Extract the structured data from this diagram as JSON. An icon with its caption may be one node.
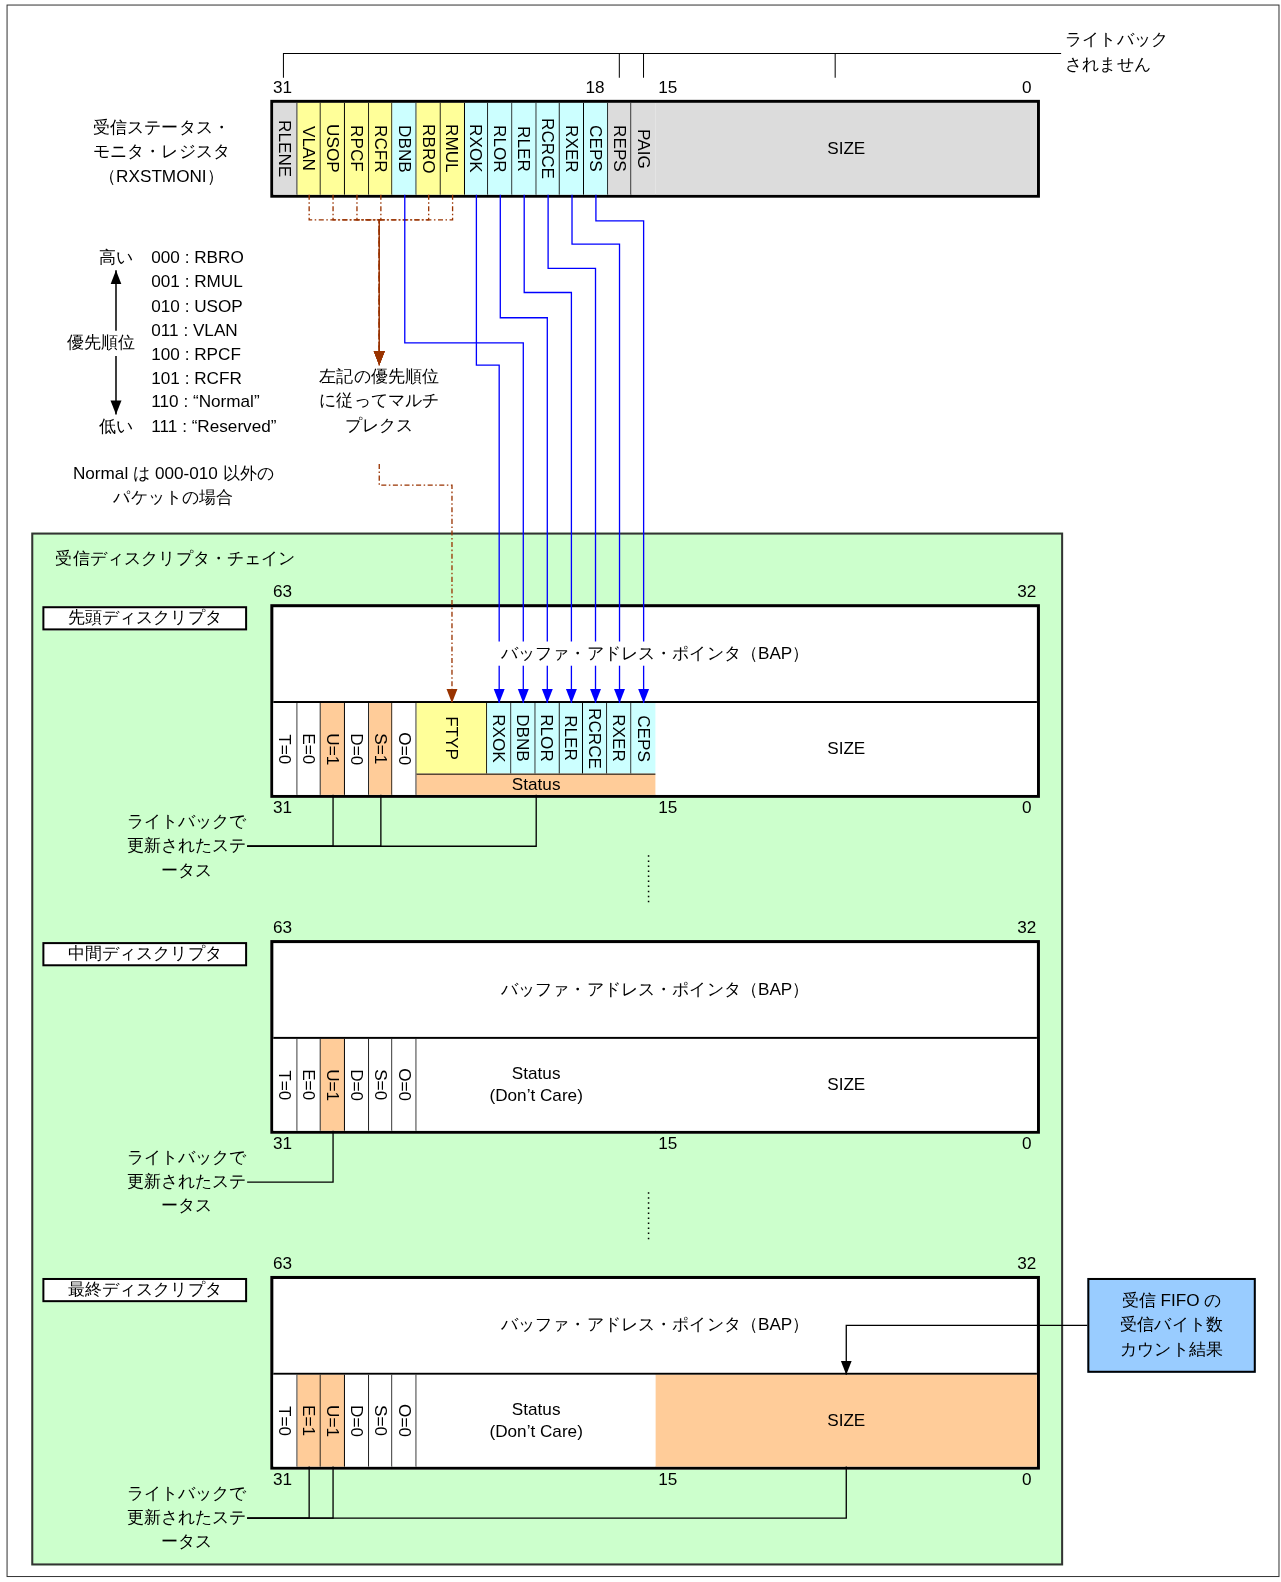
{
  "diagram": {
    "nodes": [
      {
        "text": [
          "受信ステータス・モニタ・レジスタ（RXSTMONI）"
        ]
      },
      {
        "text": [
          "RLENE"
        ],
        "in": 0
      },
      {
        "text": [
          "VLAN"
        ],
        "in": 0
      },
      {
        "text": [
          "USOP"
        ],
        "in": 0
      },
      {
        "text": [
          "RPCF"
        ],
        "in": 0
      },
      {
        "text": [
          "RCFR"
        ],
        "in": 0
      },
      {
        "text": [
          "DBNB"
        ],
        "in": 0
      },
      {
        "text": [
          "RBRO"
        ],
        "in": 0
      },
      {
        "text": [
          "RMUL"
        ],
        "in": 0
      },
      {
        "text": [
          "RXOK"
        ],
        "in": 0
      },
      {
        "text": [
          "RLOR"
        ],
        "in": 0
      },
      {
        "text": [
          "RLER"
        ],
        "in": 0
      },
      {
        "text": [
          "RCRCE"
        ],
        "in": 0
      },
      {
        "text": [
          "RXER"
        ],
        "in": 0
      },
      {
        "text": [
          "CEPS"
        ],
        "in": 0
      },
      {
        "text": [
          "REPS"
        ],
        "in": 0
      },
      {
        "text": [
          "PAIG"
        ],
        "in": 0
      },
      {
        "text": [
          "SIZE"
        ],
        "in": 0
      },
      {
        "text": [
          "左記の優先順位に従ってマルチプレクス"
        ]
      },
      {
        "text": [
          "受信ディスクリプタ・チェイン"
        ]
      },
      {
        "text": [
          "先頭ディスクリプタ"
        ],
        "in": 19
      },
      {
        "text": [
          "バッファ・アドレス・ポインタ（BAP）"
        ],
        "in": 19
      },
      {
        "text": [
          "T=0"
        ],
        "in": 21
      },
      {
        "text": [
          "E=0"
        ],
        "in": 21
      },
      {
        "text": [
          "U=1"
        ],
        "in": 21
      },
      {
        "text": [
          "D=0"
        ],
        "in": 21
      },
      {
        "text": [
          "S=1"
        ],
        "in": 21
      },
      {
        "text": [
          "O=0"
        ],
        "in": 21
      },
      {
        "text": [
          "FTYP"
        ],
        "in": 21
      },
      {
        "text": [
          "RXOK"
        ],
        "in": 21
      },
      {
        "text": [
          "DBNB"
        ],
        "in": 21
      },
      {
        "text": [
          "RLOR"
        ],
        "in": 21
      },
      {
        "text": [
          "RLER"
        ],
        "in": 21
      },
      {
        "text": [
          "RCRCE"
        ],
        "in": 21
      },
      {
        "text": [
          "RXER"
        ],
        "in": 21
      },
      {
        "text": [
          "CEPS"
        ],
        "in": 21
      },
      {
        "text": [
          "Status"
        ],
        "in": 21
      },
      {
        "text": [
          "SIZE"
        ],
        "in": 21
      },
      {
        "text": [
          "ライトバックで更新されたステータス"
        ],
        "in": 19
      },
      {
        "text": [
          "中間ディスクリプタ"
        ],
        "in": 19
      },
      {
        "text": [
          "バッファ・アドレス・ポインタ（BAP）"
        ],
        "in": 19
      },
      {
        "text": [
          "T=0"
        ],
        "in": 40
      },
      {
        "text": [
          "E=0"
        ],
        "in": 40
      },
      {
        "text": [
          "U=1"
        ],
        "in": 40
      },
      {
        "text": [
          "D=0"
        ],
        "in": 40
      },
      {
        "text": [
          "S=0"
        ],
        "in": 40
      },
      {
        "text": [
          "O=0"
        ],
        "in": 40
      },
      {
        "text": [
          "Status (Don’t Care)"
        ],
        "in": 40
      },
      {
        "text": [
          "SIZE"
        ],
        "in": 40
      },
      {
        "text": [
          "ライトバックで更新されたステータス"
        ],
        "in": 19
      },
      {
        "text": [
          "最終ディスクリプタ"
        ],
        "in": 19
      },
      {
        "text": [
          "バッファ・アドレス・ポインタ（BAP）"
        ],
        "in": 19
      },
      {
        "text": [
          "T=0"
        ],
        "in": 51
      },
      {
        "text": [
          "E=1"
        ],
        "in": 51
      },
      {
        "text": [
          "U=1"
        ],
        "in": 51
      },
      {
        "text": [
          "D=0"
        ],
        "in": 51
      },
      {
        "text": [
          "S=0"
        ],
        "in": 51
      },
      {
        "text": [
          "O=0"
        ],
        "in": 51
      },
      {
        "text": [
          "Status (Don’t Care)"
        ],
        "in": 51
      },
      {
        "text": [
          "SIZE"
        ],
        "in": 51
      },
      {
        "text": [
          "ライトバックで更新されたステータス"
        ],
        "in": 19
      },
      {
        "text": [
          "受信 FIFO の受信バイト数カウント結果"
        ]
      }
    ],
    "edges": [
      {
        "from": 2,
        "to": 18,
        "arrow": "to",
        "style": "dashed",
        "color": "#993300"
      },
      {
        "from": 3,
        "to": 18,
        "arrow": "to",
        "style": "dashed",
        "color": "#993300"
      },
      {
        "from": 4,
        "to": 18,
        "arrow": "to",
        "style": "dashed",
        "color": "#993300"
      },
      {
        "from": 5,
        "to": 18,
        "arrow": "to",
        "style": "dashed",
        "color": "#993300"
      },
      {
        "from": 7,
        "to": 18,
        "arrow": "to",
        "style": "dashed",
        "color": "#993300"
      },
      {
        "from": 8,
        "to": 18,
        "arrow": "to",
        "style": "dashed",
        "color": "#993300"
      },
      {
        "from": 18,
        "to": 28,
        "arrow": "to",
        "style": "dashed",
        "color": "#993300"
      },
      {
        "from": 6,
        "to": 30,
        "arrow": "to",
        "color": "#0000ff"
      },
      {
        "from": 9,
        "to": 29,
        "arrow": "to",
        "color": "#0000ff"
      },
      {
        "from": 10,
        "to": 31,
        "arrow": "to",
        "color": "#0000ff"
      },
      {
        "from": 11,
        "to": 32,
        "arrow": "to",
        "color": "#0000ff"
      },
      {
        "from": 12,
        "to": 33,
        "arrow": "to",
        "color": "#0000ff"
      },
      {
        "from": 13,
        "to": 34,
        "arrow": "to",
        "color": "#0000ff"
      },
      {
        "from": 14,
        "to": 35,
        "arrow": "to",
        "color": "#0000ff"
      },
      {
        "from": 38,
        "to": 24,
        "arrow": "none"
      },
      {
        "from": 38,
        "to": 26,
        "arrow": "none"
      },
      {
        "from": 38,
        "to": 36,
        "arrow": "none"
      },
      {
        "from": 49,
        "to": 43,
        "arrow": "none"
      },
      {
        "from": 60,
        "to": 53,
        "arrow": "none"
      },
      {
        "from": 60,
        "to": 54,
        "arrow": "none"
      },
      {
        "from": 60,
        "to": 59,
        "arrow": "none"
      },
      {
        "from": 61,
        "to": 59,
        "arrow": "to"
      }
    ],
    "labels": [
      "ライトバックされません",
      "31",
      "18",
      "15",
      "0",
      "高い",
      "優先順位",
      "低い",
      "000 : RBRO",
      "001 : RMUL",
      "010 : USOP",
      "011 : VLAN",
      "100 : RPCF",
      "101 : RCFR",
      "110 : “Normal”",
      "111 : “Reserved”",
      "Normal は 000-010 以外のパケットの場合",
      "63",
      "32",
      "31",
      "15",
      "0",
      "63",
      "32",
      "31",
      "15",
      "0",
      "63",
      "32",
      "31",
      "15",
      "0"
    ]
  }
}
